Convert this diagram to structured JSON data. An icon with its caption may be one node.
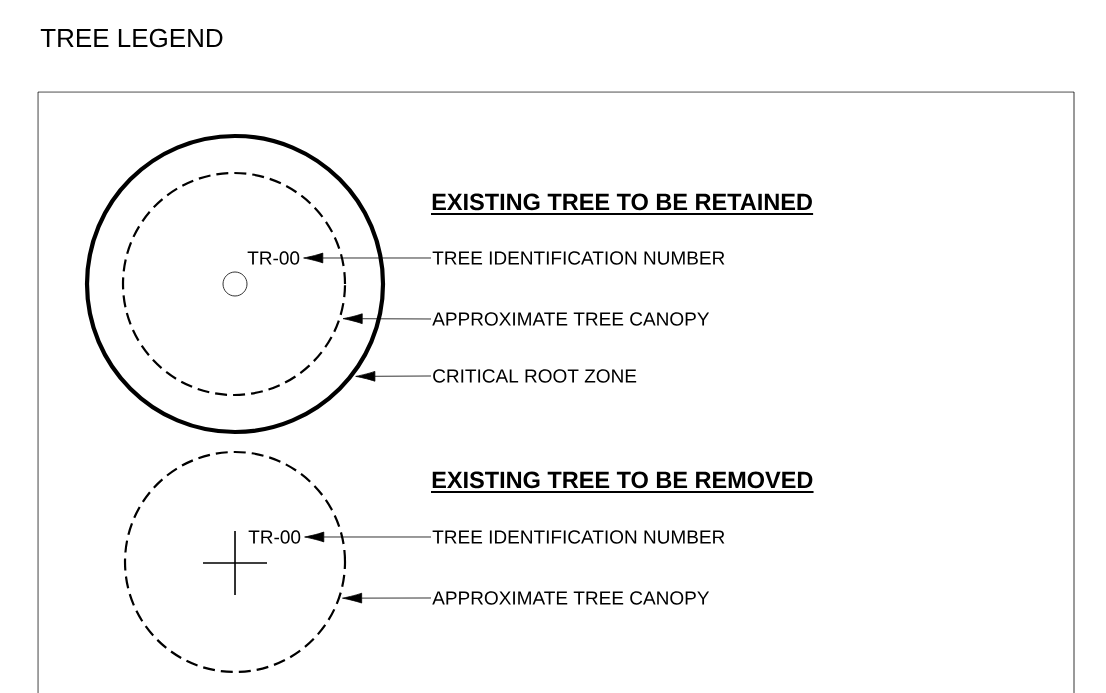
{
  "diagram": {
    "title": "TREE LEGEND",
    "nodes": [
      {
        "text": [],
        "shape": "circle"
      },
      {
        "text": [],
        "shape": "circle",
        "in": 0
      },
      {
        "text": [
          "TR-00"
        ],
        "in": 1
      },
      {
        "text": [
          "TREE IDENTIFICATION NUMBER"
        ]
      },
      {
        "text": [
          "APPROXIMATE TREE CANOPY"
        ]
      },
      {
        "text": [
          "CRITICAL ROOT ZONE"
        ]
      },
      {
        "text": [],
        "shape": "circle"
      },
      {
        "text": [
          "TR-00"
        ],
        "in": 6
      },
      {
        "text": [
          "TREE IDENTIFICATION NUMBER"
        ]
      },
      {
        "text": [
          "APPROXIMATE TREE CANOPY"
        ]
      }
    ],
    "edges": [
      {
        "from": 3,
        "to": 2,
        "arrow": "to"
      },
      {
        "from": 4,
        "to": 1,
        "arrow": "to"
      },
      {
        "from": 5,
        "to": 0,
        "arrow": "to"
      },
      {
        "from": 8,
        "to": 7,
        "arrow": "to"
      },
      {
        "from": 9,
        "to": 6,
        "arrow": "to"
      }
    ],
    "labels": [
      "EXISTING TREE TO BE RETAINED",
      "EXISTING TREE TO BE REMOVED"
    ]
  }
}
